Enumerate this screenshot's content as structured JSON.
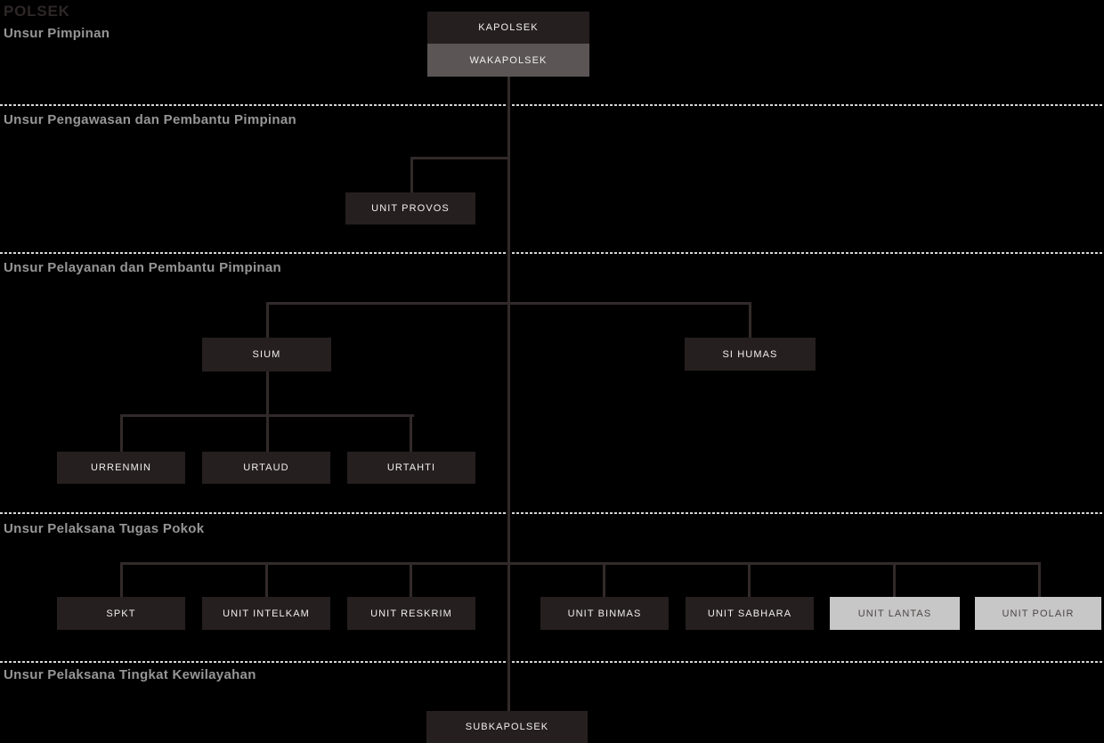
{
  "title": "POLSEK",
  "colors": {
    "background": "#000000",
    "box_dark": "#261f1f",
    "box_gray": "#5b5556",
    "box_light": "#c8c7c7",
    "box_dark_text": "#f1efef",
    "box_light_text": "#4b4646",
    "line": "#322a2a",
    "divider": "#d5d5d5",
    "heading": "#969696",
    "title_color": "#2e2727"
  },
  "sections": {
    "pimpinan": {
      "heading": "Unsur Pimpinan"
    },
    "pengawasan": {
      "heading": "Unsur Pengawasan dan Pembantu Pimpinan"
    },
    "pelayanan": {
      "heading": "Unsur Pelayanan dan Pembantu Pimpinan"
    },
    "pelaksana_pokok": {
      "heading": "Unsur Pelaksana Tugas Pokok"
    },
    "kewilayahan": {
      "heading": "Unsur Pelaksana Tingkat Kewilayahan"
    }
  },
  "nodes": {
    "kapolsek": {
      "label": "KAPOLSEK",
      "variant": "dark"
    },
    "wakapolsek": {
      "label": "WAKAPOLSEK",
      "variant": "gray"
    },
    "unit_provos": {
      "label": "UNIT PROVOS",
      "variant": "dark"
    },
    "sium": {
      "label": "SIUM",
      "variant": "dark"
    },
    "si_humas": {
      "label": "SI HUMAS",
      "variant": "dark"
    },
    "urrenmin": {
      "label": "URRENMIN",
      "variant": "dark"
    },
    "urtaud": {
      "label": "URTAUD",
      "variant": "dark"
    },
    "urtahti": {
      "label": "URTAHTI",
      "variant": "dark"
    },
    "spkt": {
      "label": "SPKT",
      "variant": "dark"
    },
    "unit_intelkam": {
      "label": "UNIT INTELKAM",
      "variant": "dark"
    },
    "unit_reskrim": {
      "label": "UNIT RESKRIM",
      "variant": "dark"
    },
    "unit_binmas": {
      "label": "UNIT BINMAS",
      "variant": "dark"
    },
    "unit_sabhara": {
      "label": "UNIT SABHARA",
      "variant": "dark"
    },
    "unit_lantas": {
      "label": "UNIT LANTAS",
      "variant": "light"
    },
    "unit_polair": {
      "label": "UNIT POLAIR",
      "variant": "light"
    },
    "subkapolsek": {
      "label": "SUBKAPOLSEK",
      "variant": "dark"
    }
  }
}
